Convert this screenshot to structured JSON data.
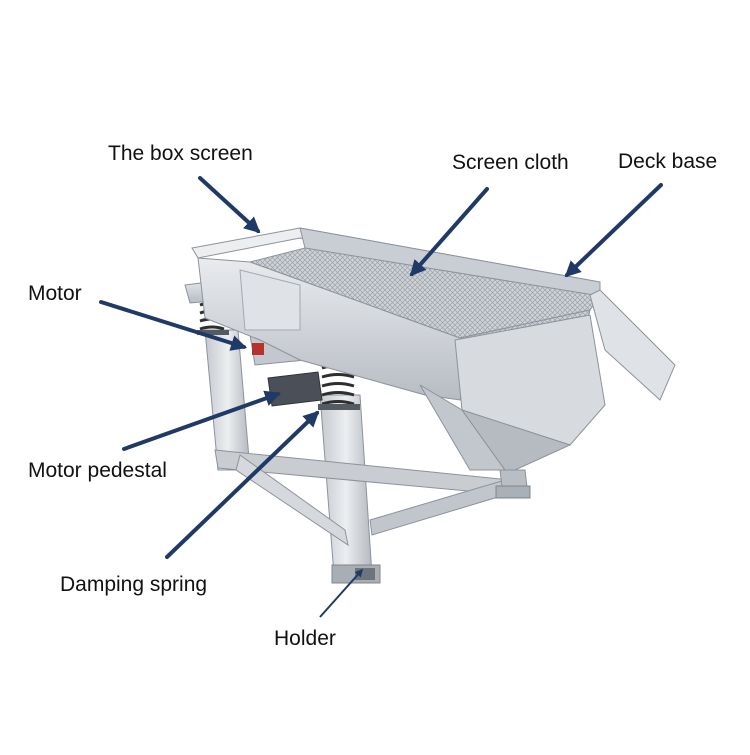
{
  "labels": {
    "box_screen": "The box screen",
    "screen_cloth": "Screen cloth",
    "deck_base": "Deck base",
    "motor": "Motor",
    "motor_pedestal": "Motor pedestal",
    "damping_spring": "Damping spring",
    "holder": "Holder"
  },
  "colors": {
    "arrow": "#1f3a66",
    "steel_light": "#dcdfe3",
    "steel_mid": "#b9bec5",
    "steel_dark": "#8d939b",
    "mesh": "#a8adb4",
    "spring": "#2e2e2e"
  },
  "icons": {
    "arrow": "callout-arrow",
    "machine": "vibrating-screen-machine"
  }
}
